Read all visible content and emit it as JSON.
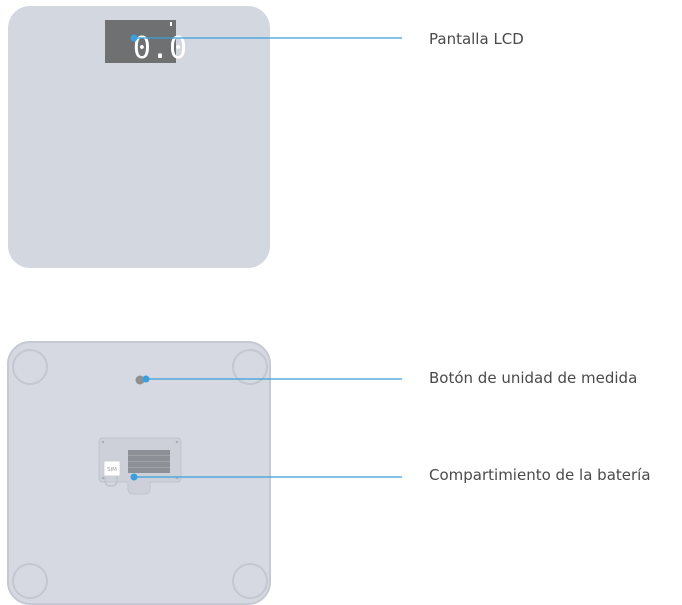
{
  "colors": {
    "scale_top": "#d3d7e0",
    "scale_bottom": "#d6d9e1",
    "scale_bottom_border": "#c5c9d3",
    "callout_line": "#3a9fdc",
    "callout_dot": "#3a9fdc",
    "lcd_bg": "#6f7072",
    "lcd_digits": "#ffffff",
    "label_text": "#4a4a4a"
  },
  "lcd": {
    "reading": "0.0"
  },
  "battery": {
    "sim_label": "SIM"
  },
  "callouts": [
    {
      "id": "lcd",
      "label": "Pantalla LCD"
    },
    {
      "id": "unit-button",
      "label": "Botón de unidad de medida"
    },
    {
      "id": "battery",
      "label": "Compartimiento de la batería"
    }
  ]
}
